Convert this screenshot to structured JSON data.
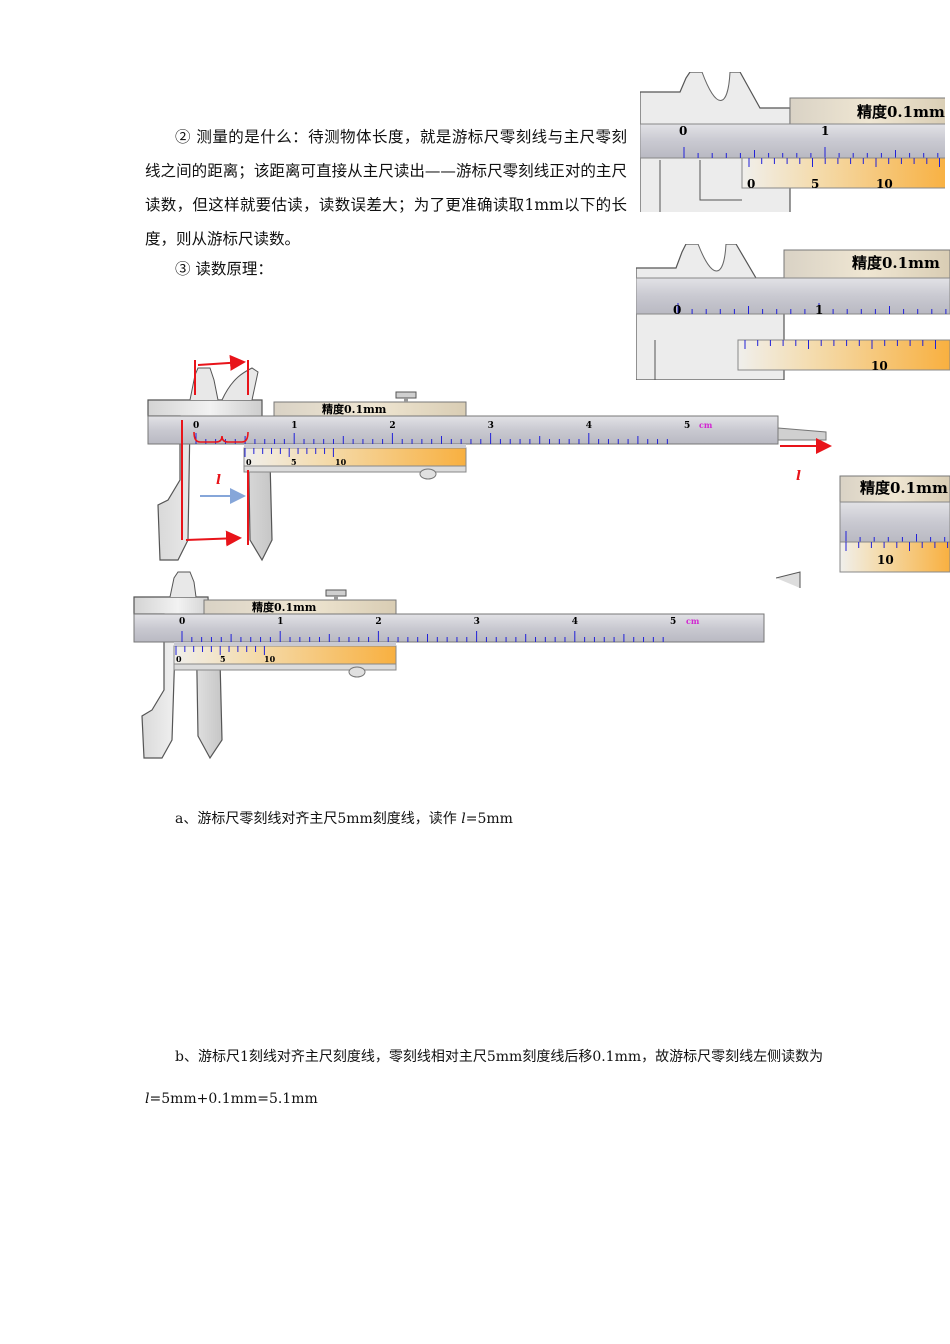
{
  "paragraph_2": "② 测量的是什么：待测物体长度，就是游标尺零刻线与主尺零刻线之间的距离；该距离可直接从主尺读出——游标尺零刻线正对的主尺读数，但这样就要估读，读数误差大；为了更准确读取1mm以下的长度，则从游标尺读数。",
  "paragraph_3": "③ 读数原理：",
  "para_a": {
    "prefix": "a、游标尺零刻线对齐主尺5mm刻度线，读作 ",
    "var": "l",
    "suffix": "=5mm"
  },
  "para_b": {
    "prefix": "b、游标尺1刻线对齐主尺刻度线，零刻线相对主尺5mm刻度线后移0.1mm，故游标尺零刻线左侧读数为 ",
    "var": "l",
    "suffix": "=5mm+0.1mm=5.1mm"
  },
  "figure": {
    "precision_label": "精度0.1mm",
    "unit": "cm",
    "main_numbers": [
      "0",
      "1",
      "2",
      "3",
      "4",
      "5"
    ],
    "vernier_numbers": [
      "0",
      "5",
      "10"
    ],
    "length_symbol": "l",
    "colors": {
      "red": "#e8141a",
      "blue": "#2121d8",
      "magenta": "#d126d1",
      "arrow_blue": "#86a6d9"
    }
  },
  "zoom": {
    "precision_label": "精度0.1mm",
    "main_numbers": [
      "0",
      "1"
    ],
    "vernier_numbers": [
      "0",
      "5",
      "10"
    ]
  }
}
